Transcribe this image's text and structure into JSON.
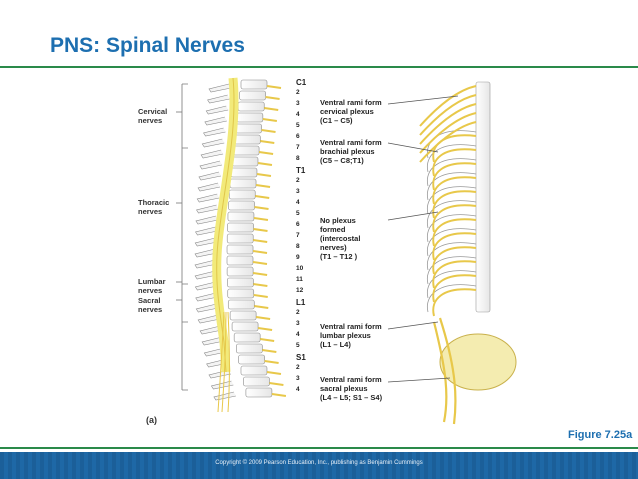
{
  "title": "PNS: Spinal Nerves",
  "figure_ref": "Figure 7.25a",
  "copyright": "Copyright © 2009 Pearson Education, Inc., publishing as Benjamin Cummings",
  "panel_label": "(a)",
  "left_labels": [
    {
      "line1": "Cervical",
      "line2": "nerves"
    },
    {
      "line1": "Thoracic",
      "line2": "nerves"
    },
    {
      "line1": "Lumbar",
      "line2": "nerves"
    },
    {
      "line1": "Sacral",
      "line2": "nerves"
    }
  ],
  "segments": [
    "C1",
    "2",
    "3",
    "4",
    "5",
    "6",
    "7",
    "8",
    "T1",
    "2",
    "3",
    "4",
    "5",
    "6",
    "7",
    "8",
    "9",
    "10",
    "11",
    "12",
    "L1",
    "2",
    "3",
    "4",
    "5",
    "S1",
    "2",
    "3",
    "4"
  ],
  "right_labels": [
    {
      "lines": [
        "Ventral rami form",
        "cervical plexus",
        "(C1 – C5)"
      ]
    },
    {
      "lines": [
        "Ventral rami form",
        "brachial plexus",
        "(C5 – C8;T1)"
      ]
    },
    {
      "lines": [
        "No plexus",
        "formed",
        "(intercostal",
        "nerves)",
        "(T1 – T12 )"
      ]
    },
    {
      "lines": [
        "Ventral rami form",
        "lumbar plexus",
        "(L1 – L4)"
      ]
    },
    {
      "lines": [
        "Ventral rami form",
        "sacral plexus",
        "(L4 – L5; S1 – S4)"
      ]
    }
  ],
  "colors": {
    "title": "#1d6fb0",
    "rule": "#2a8a4a",
    "footer": "#1b5f99",
    "nerve": "#e8c84a",
    "cord": "#f2ea7a"
  }
}
